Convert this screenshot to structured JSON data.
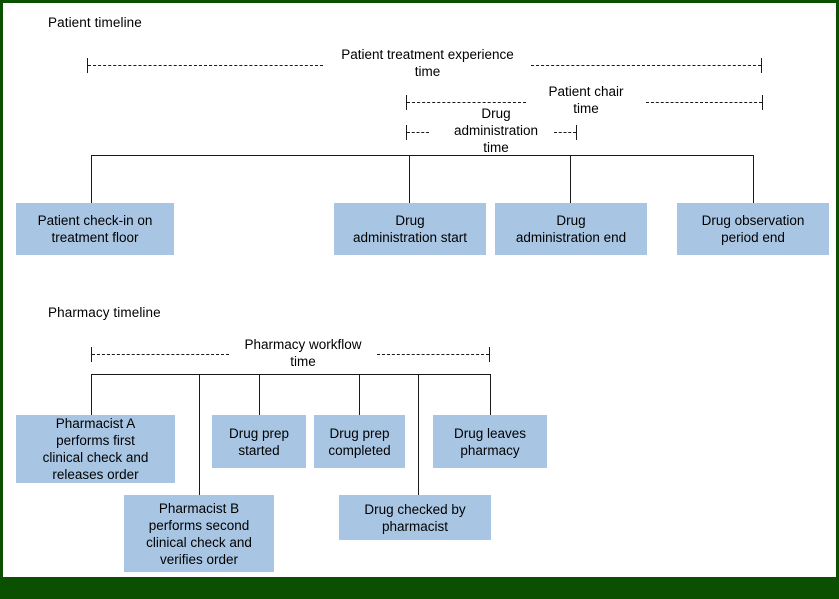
{
  "figure": {
    "background_color": "#ffffff",
    "frame_color": "#0a5000",
    "box_fill_color": "#a8c6e3",
    "line_color": "#1a1a1a",
    "text_color": "#000000"
  },
  "sections": {
    "patient": {
      "title": "Patient timeline",
      "brackets": [
        {
          "label": "Patient treatment experience\ntime"
        },
        {
          "label": "Patient chair\ntime"
        },
        {
          "label": "Drug\nadministration\ntime"
        }
      ],
      "events": [
        {
          "label": "Patient check-in on\ntreatment floor"
        },
        {
          "label": "Drug\nadministration start"
        },
        {
          "label": "Drug\nadministration end"
        },
        {
          "label": "Drug observation\nperiod end"
        }
      ]
    },
    "pharmacy": {
      "title": "Pharmacy timeline",
      "brackets": [
        {
          "label": "Pharmacy workflow\ntime"
        }
      ],
      "events": [
        {
          "label": "Pharmacist A\nperforms first\nclinical check and\nreleases order"
        },
        {
          "label": "Pharmacist B\nperforms second\nclinical check and\nverifies order"
        },
        {
          "label": "Drug prep\nstarted"
        },
        {
          "label": "Drug prep\ncompleted"
        },
        {
          "label": "Drug checked by\npharmacist"
        },
        {
          "label": "Drug leaves\npharmacy"
        }
      ]
    }
  }
}
